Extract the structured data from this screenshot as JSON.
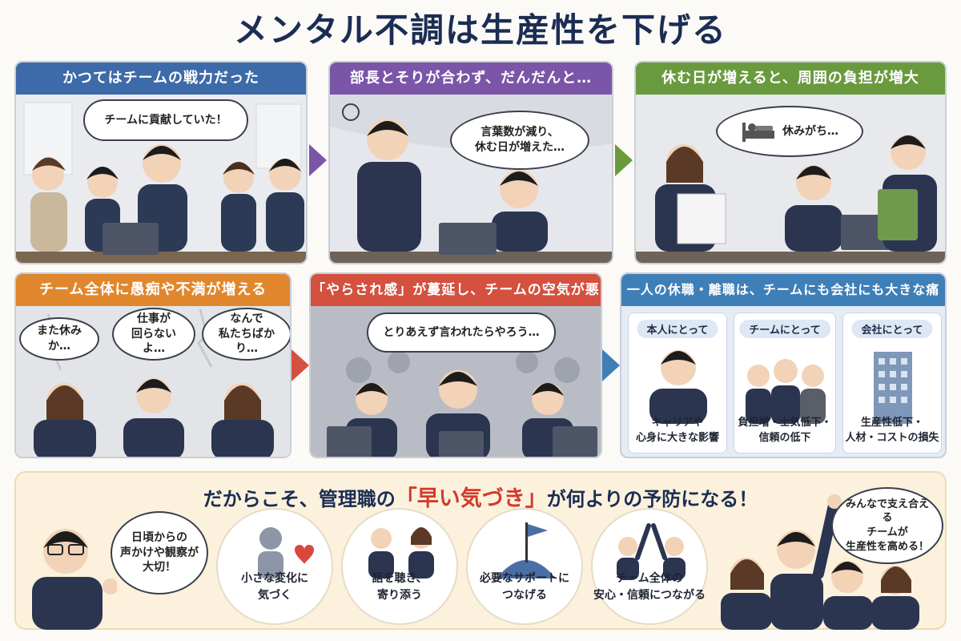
{
  "title": "メンタル不調は生産性を下げる",
  "colors": {
    "panel1": "#3d6aa8",
    "panel2": "#7a55a8",
    "panel3": "#6a9a3e",
    "panel4": "#e0872e",
    "panel5": "#d4503f",
    "panel6": "#3f7fb8",
    "highlight": "#d33a2c"
  },
  "panels": [
    {
      "heading": "かつてはチームの戦力だった",
      "bubbles": [
        "チームに貢献していた！"
      ]
    },
    {
      "heading": "部長とそりが合わず、だんだんと…",
      "bubbles": [
        "言葉数が減り、\n休む日が増えた…"
      ]
    },
    {
      "heading": "休む日が増えると、周囲の負担が増大",
      "bubbles": [
        "休みがち…"
      ]
    },
    {
      "heading": "チーム全体に愚痴や不満が増える",
      "bubbles": [
        "また休みか…",
        "仕事が\n回らないよ…",
        "なんで\n私たちばかり…"
      ]
    },
    {
      "heading": "「やらされ感」が蔓延し、チームの空気が悪化",
      "bubbles": [
        "とりあえず言われたらやろう…"
      ]
    },
    {
      "heading": "一人の休職・離職は、チームにも会社にも大きな痛手",
      "cards": [
        {
          "tag": "本人にとって",
          "caption": "キャリアや\n心身に大きな影響"
        },
        {
          "tag": "チームにとって",
          "caption": "負担増・士気低下・\n信頼の低下"
        },
        {
          "tag": "会社にとって",
          "caption": "生産性低下・\n人材・コストの損失"
        }
      ]
    }
  ],
  "bottom": {
    "title_before": "だからこそ、管理職の",
    "title_highlight": "「早い気づき」",
    "title_after": "が何よりの予防になる！",
    "manager_bubble": "日頃からの\n声かけや観察が\n大切！",
    "points": [
      {
        "caption": "小さな変化に\n気づく",
        "icon": "person-heart-icon"
      },
      {
        "caption": "話を聴き、\n寄り添う",
        "icon": "listening-icon"
      },
      {
        "caption": "必要なサポートに\nつなげる",
        "icon": "flag-icon"
      },
      {
        "caption": "チーム全体の\n安心・信頼につながる",
        "icon": "high-five-icon"
      }
    ],
    "team_bubble": "みんなで支え合える\nチームが\n生産性を高める！"
  }
}
